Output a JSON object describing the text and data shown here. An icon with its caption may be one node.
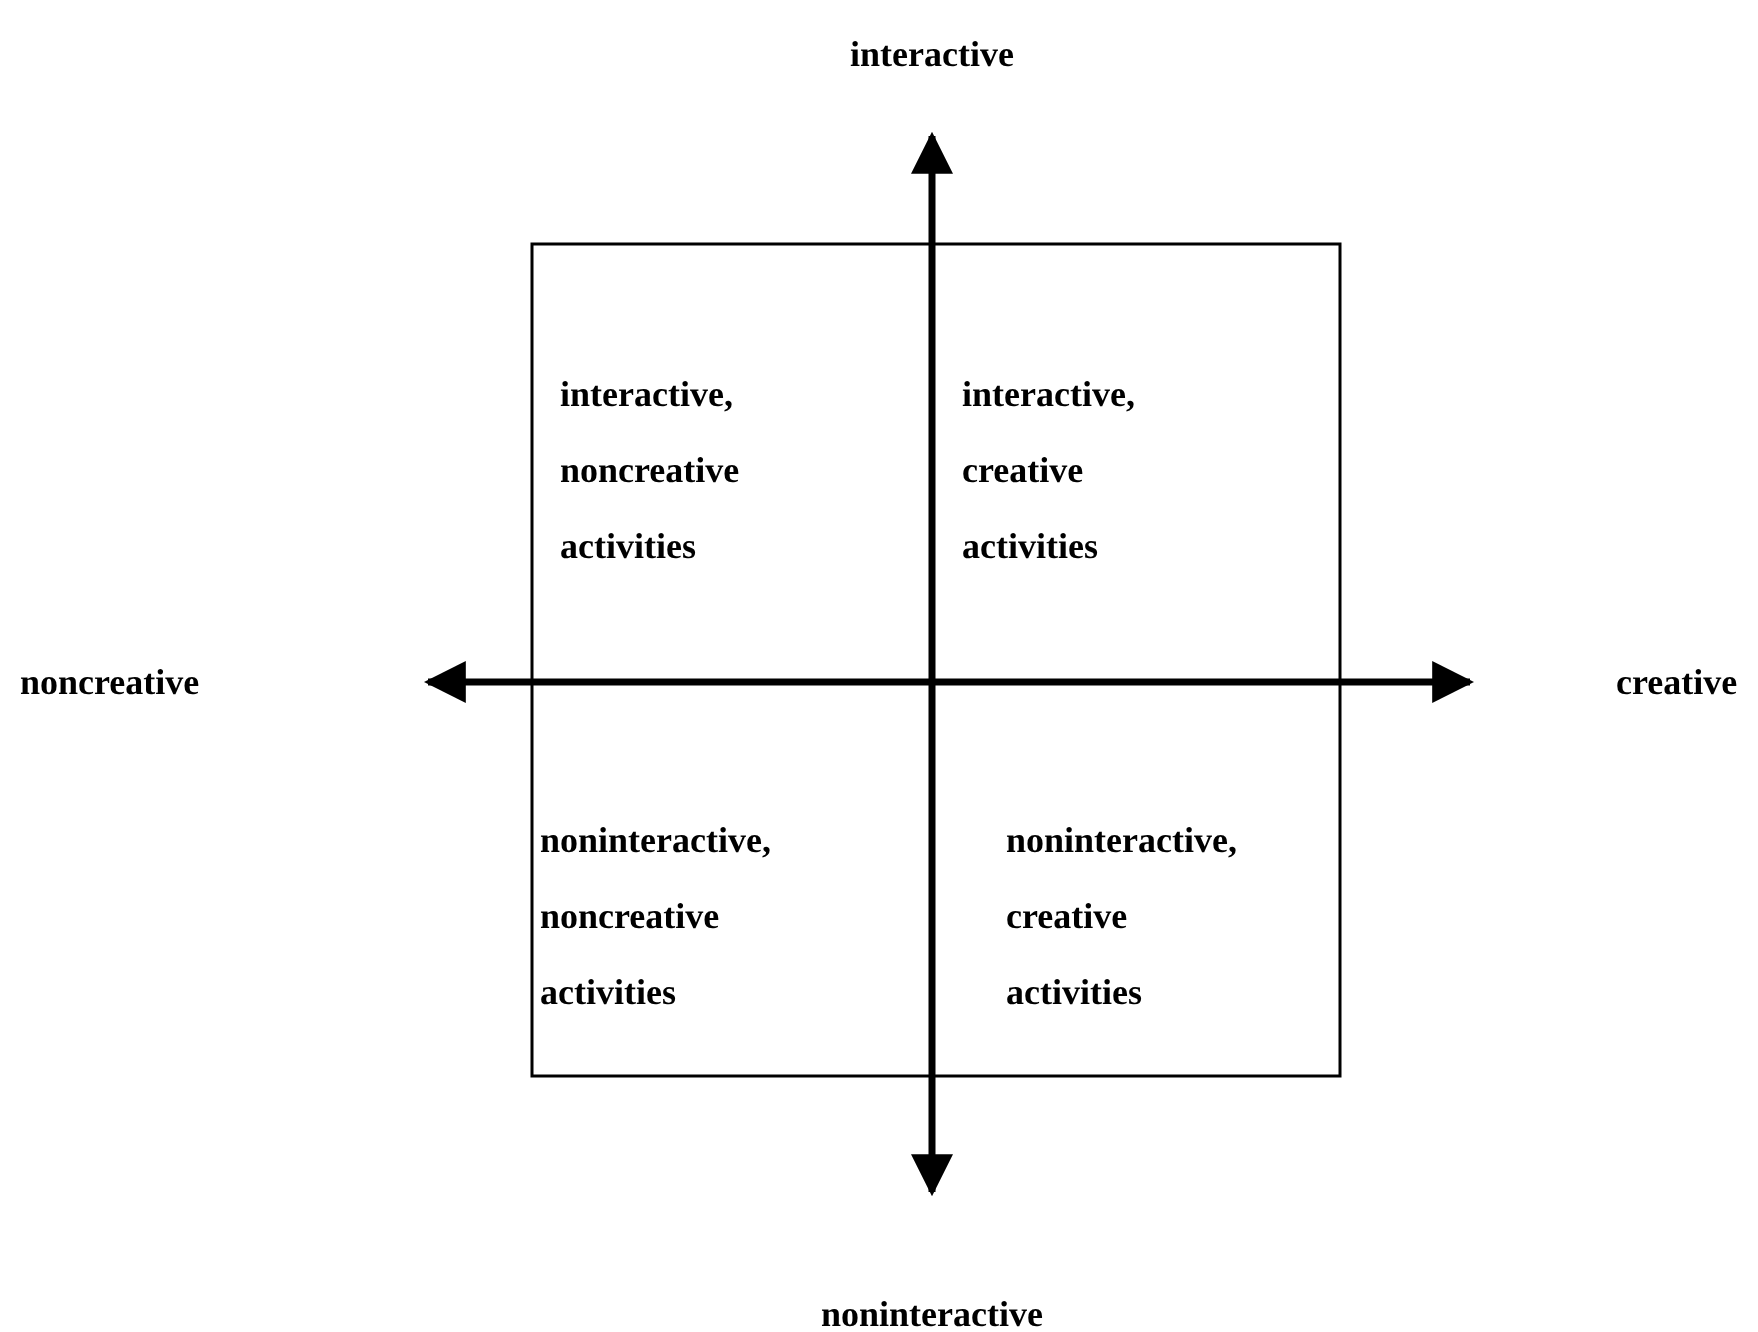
{
  "diagram": {
    "labels": [
      "interactive",
      "interactive, noncreative activities",
      "interactive, creative activities",
      "noncreative",
      "creative",
      "noninteractive, noncreative activities",
      "noninteractive, creative activities",
      "noninteractive"
    ]
  }
}
